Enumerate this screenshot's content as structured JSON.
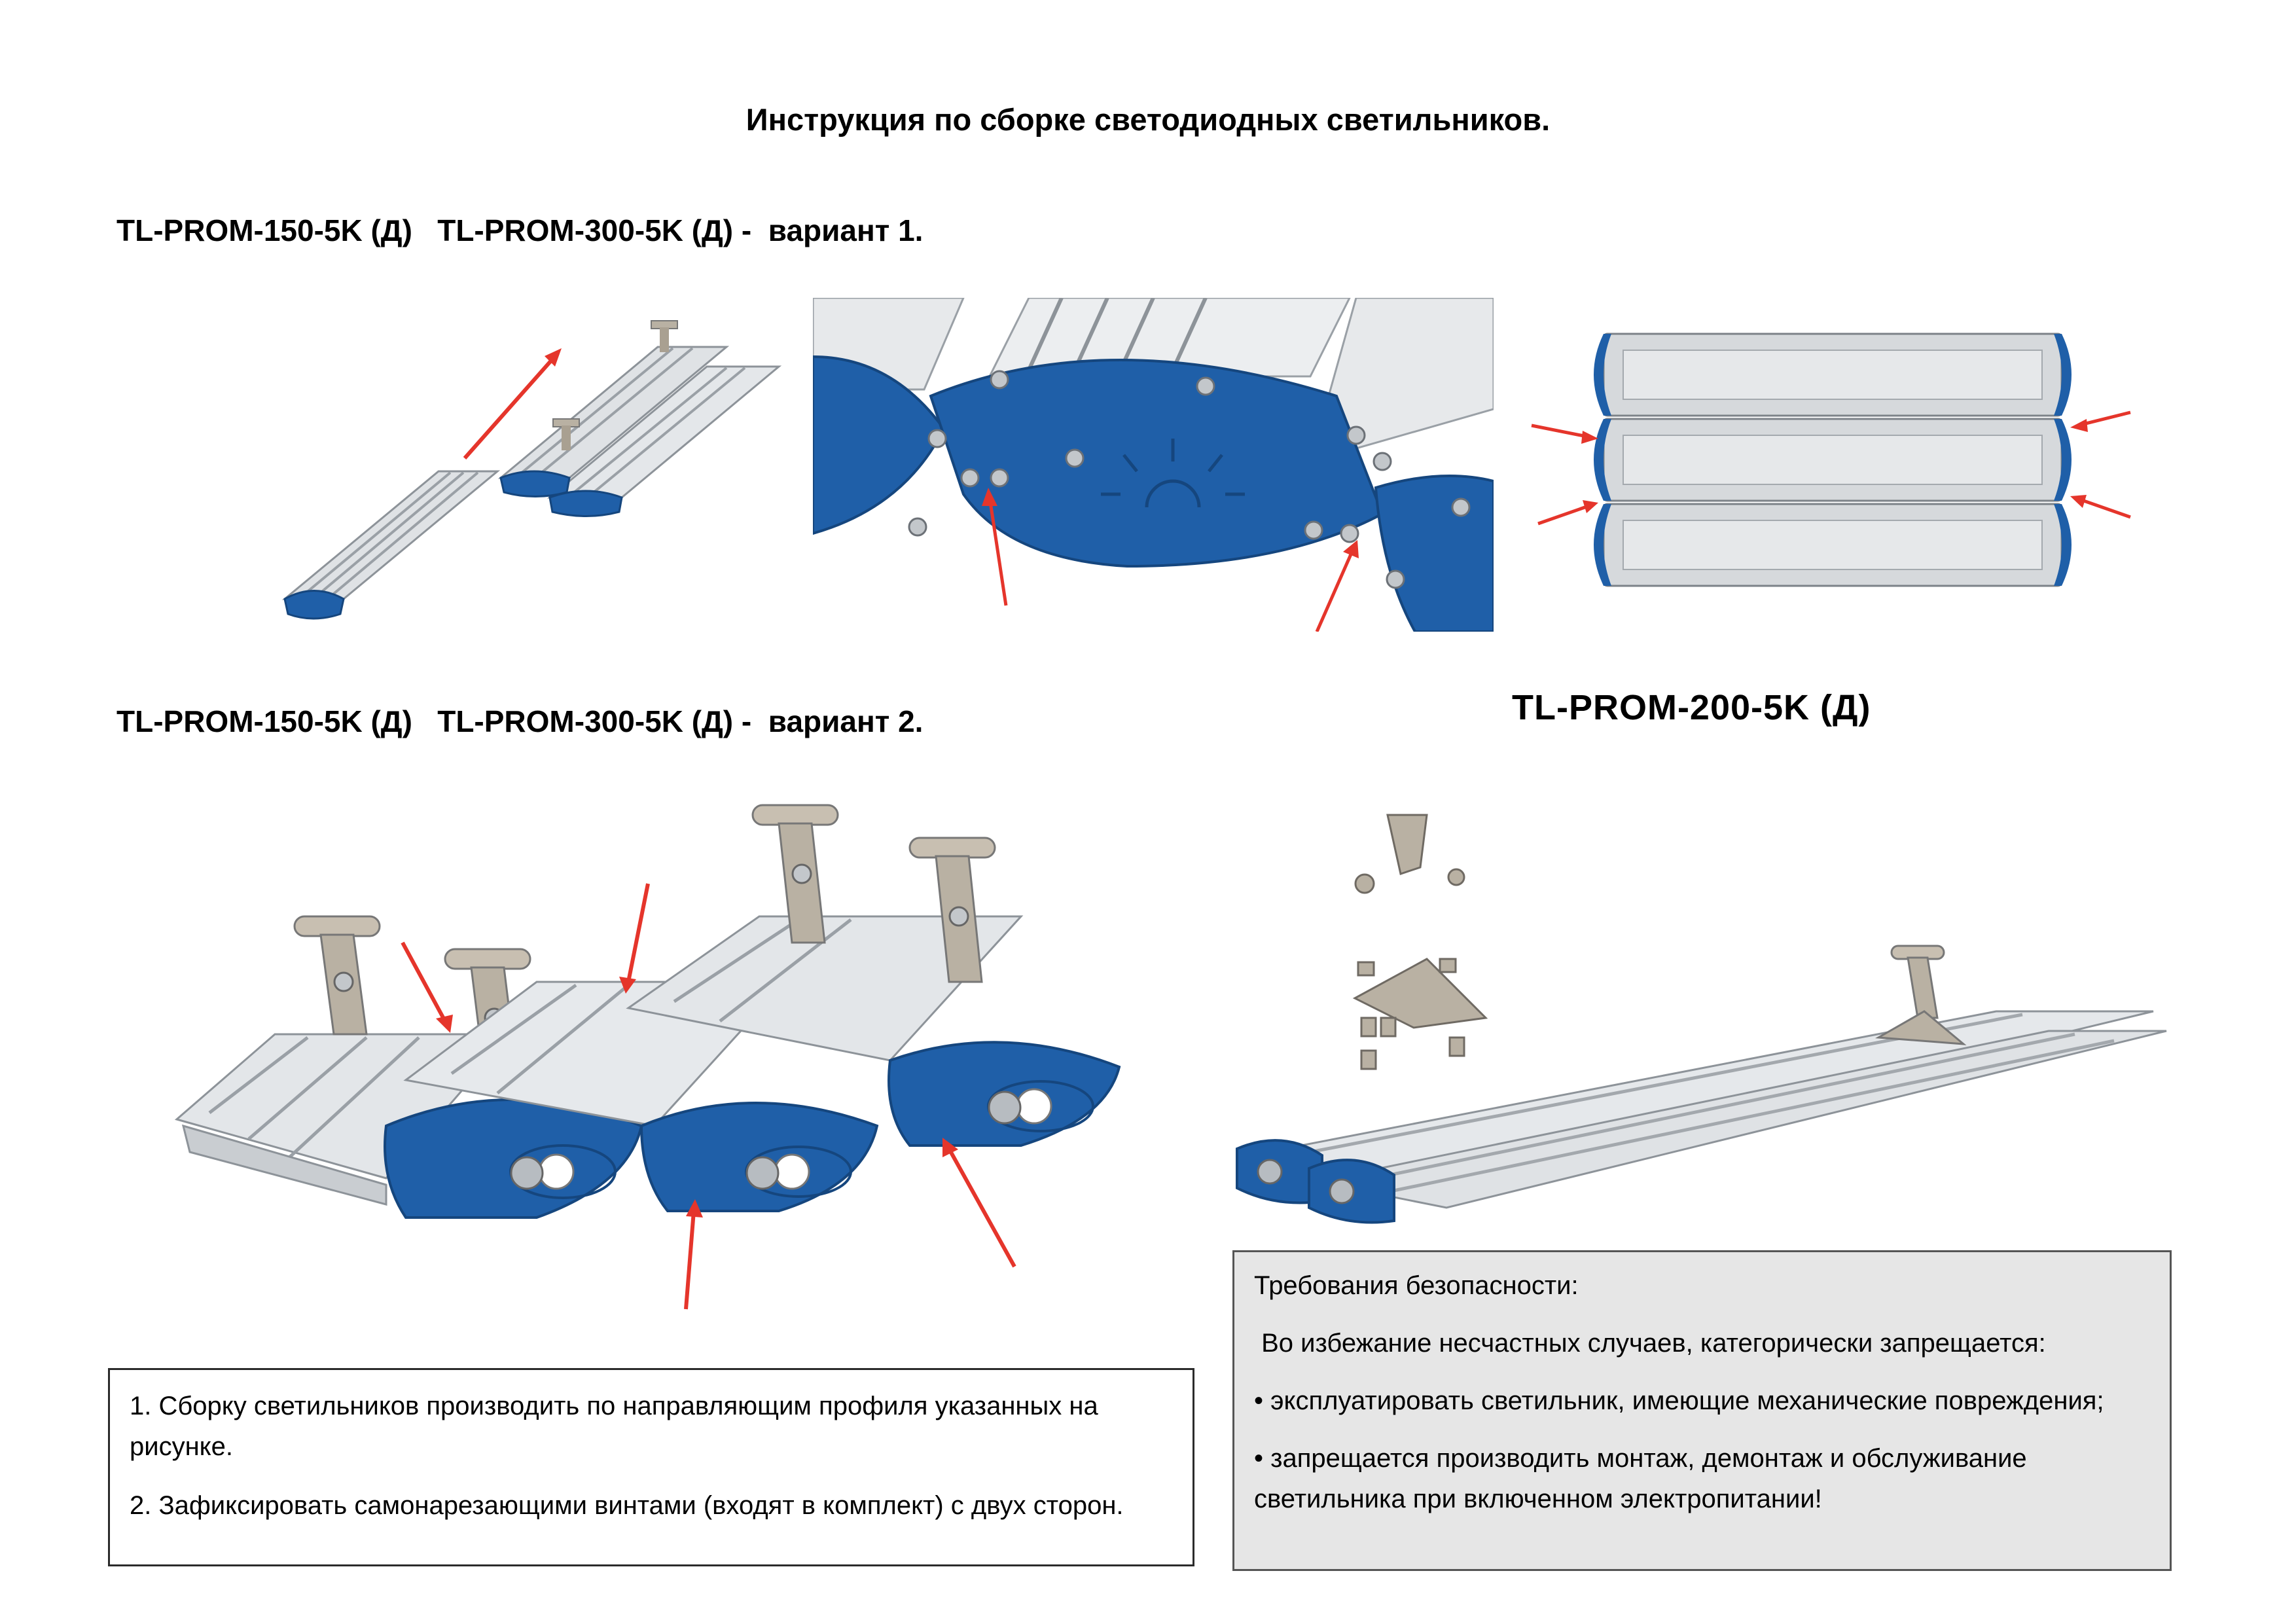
{
  "title": "Инструкция по сборке светодиодных светильников.",
  "variant1": {
    "heading_models": "TL-PROM-150-5K (Д)   TL-PROM-300-5K (Д)",
    "heading_suffix": "-  вариант 1."
  },
  "variant2": {
    "heading_models": "TL-PROM-150-5K (Д)   TL-PROM-300-5K (Д)",
    "heading_suffix": "-  вариант 2."
  },
  "model_200": "TL-PROM-200-5K (Д)",
  "assembly_notes": [
    "1. Сборку светильников производить по направляющим профиля указанных на рисунке.",
    "2. Зафиксировать самонарезающими винтами (входят в комплект) с двух сторон."
  ],
  "safety": {
    "heading": "Требования безопасности:",
    "intro": " Во избежание несчастных случаев, категорически запрещается:",
    "items": [
      "• эксплуатировать светильник, имеющие механические повреждения;",
      "• запрещается производить монтаж, демонтаж и обслуживание светильника при включенном электропитании!"
    ]
  },
  "colors": {
    "housing_blue": "#1f5fa8",
    "housing_blue_dark": "#15467e",
    "aluminium": "#d9dcdf",
    "arrow_red": "#e5352b",
    "box_fill": "#e6e6e6"
  }
}
